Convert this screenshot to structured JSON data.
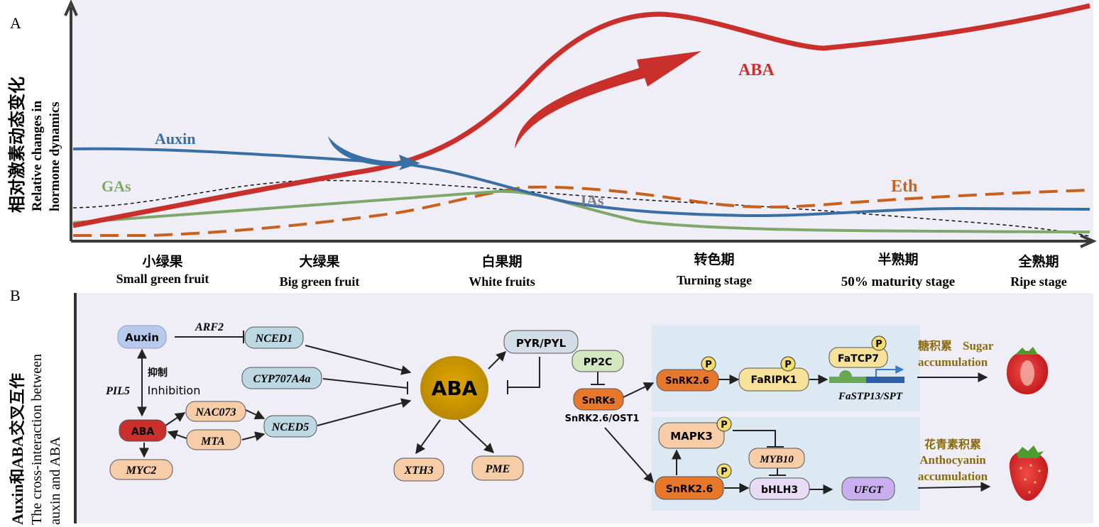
{
  "panel_a": {
    "label": "A",
    "y_title_zh": "相对激素动态变化",
    "y_title_en_1": "Relative changes in",
    "y_title_en_2": "hormone dynamics",
    "series_labels": {
      "auxin": "Auxin",
      "gas": "GAs",
      "aba": "ABA",
      "eth": "Eth",
      "jas": "JAs"
    },
    "stages": [
      {
        "zh": "小绿果",
        "en": "Small green fruit"
      },
      {
        "zh": "大绿果",
        "en": "Big green fruit"
      },
      {
        "zh": "白果期",
        "en": "White fruits"
      },
      {
        "zh": "转色期",
        "en": "Turning stage"
      },
      {
        "zh": "半熟期",
        "en": "50% maturity stage"
      },
      {
        "zh": "全熟期",
        "en": "Ripe stage"
      }
    ],
    "colors": {
      "aba": "#c9302c",
      "auxin": "#3a6fa5",
      "gas": "#7ea86a",
      "eth": "#c8611d",
      "jas": "#111111",
      "bg": "#efedf6"
    }
  },
  "panel_b": {
    "label": "B",
    "side_title_zh": "Auxin和ABA交叉互作",
    "side_title_en_1": "The cross-interaction between",
    "side_title_en_2": "auxin and  ABA",
    "nodes": {
      "auxin": "Auxin",
      "arf2": "ARF2",
      "nced1": "NCED1",
      "cyp": "CYP707A4a",
      "inhib_zh": "抑制",
      "inhib_en": "Inhibition",
      "pil5": "PIL5",
      "nac073": "NAC073",
      "aba_small": "ABA",
      "mta": "MTA",
      "nced5": "NCED5",
      "myc2": "MYC2",
      "aba_big": "ABA",
      "xth3": "XTH3",
      "pme": "PME",
      "pyr": "PYR/PYL",
      "pp2c": "PP2C",
      "snrks": "SnRKs",
      "snrk_caption": "SnRK2.6/OST1",
      "snrk26_top": "SnRK2.6",
      "faripk1": "FaRIPK1",
      "fatcp7": "FaTCP7",
      "fastp": "FaSTP13/SPT",
      "sugar_zh": "糖积累",
      "sugar_en_1": "Sugar",
      "sugar_en_2": "accumulation",
      "mapk3": "MAPK3",
      "myb10": "MYB10",
      "snrk26_bot": "SnRK2.6",
      "bhlh3": "bHLH3",
      "ufgt": "UFGT",
      "antho_zh": "花青素积累",
      "antho_en_1": "Anthocyanin",
      "antho_en_2": "accumulation",
      "p": "P"
    }
  }
}
